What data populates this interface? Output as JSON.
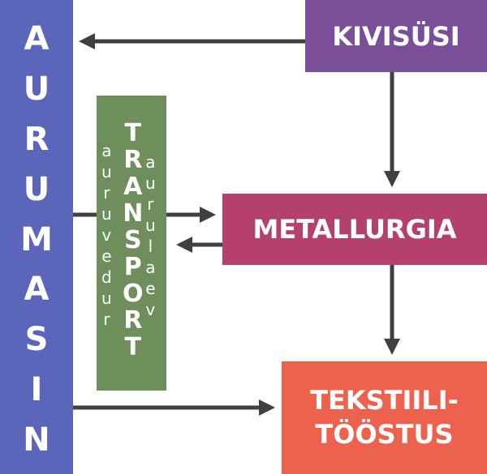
{
  "aurumasin": {
    "letters": [
      "A",
      "U",
      "R",
      "U",
      "M",
      "A",
      "S",
      "I",
      "N"
    ]
  },
  "kivisysi": {
    "label": "KIVISÜSI"
  },
  "metallurgia": {
    "label": "METALLURGIA"
  },
  "tekstiil": {
    "line1": "TEKSTIILI-",
    "line2": "TÖÖSTUS"
  },
  "transport": {
    "main_letters": [
      "T",
      "R",
      "A",
      "N",
      "S",
      "P",
      "O",
      "R",
      "T"
    ],
    "left_letters": [
      "a",
      "u",
      "r",
      "u",
      "v",
      "e",
      "d",
      "u",
      "r"
    ],
    "right_letters": [
      "a",
      "u",
      "r",
      "u",
      "l",
      "a",
      "e",
      "v"
    ]
  },
  "colors": {
    "aurumasin": "#5b66ba",
    "kivisysi": "#7b4f98",
    "metallurgia": "#b4406e",
    "tekstiil": "#ec624d",
    "transport": "#6e8e5c",
    "arrow": "#404040"
  }
}
